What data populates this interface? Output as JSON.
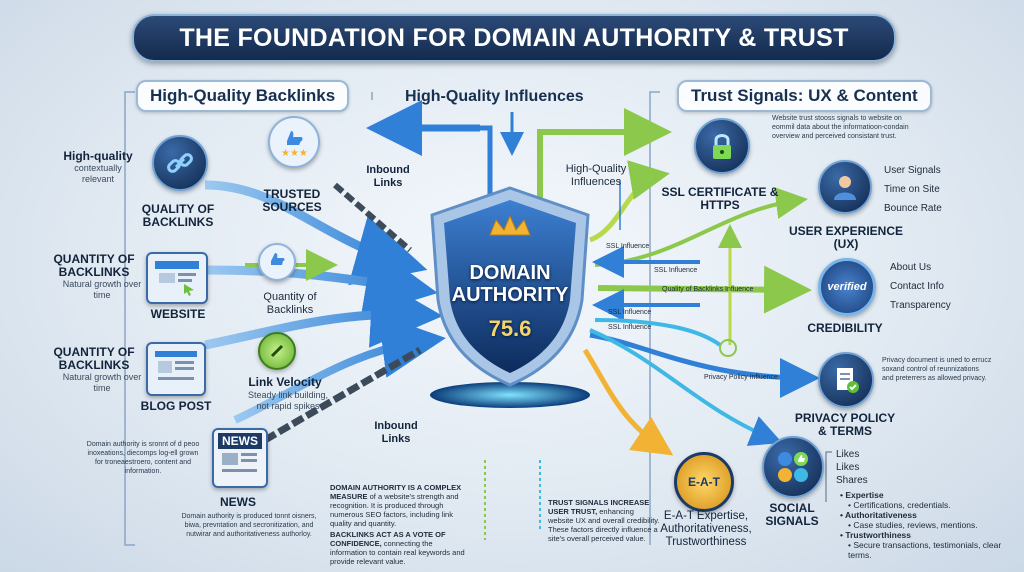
{
  "title": "THE FOUNDATION FOR DOMAIN AUTHORITY & TRUST",
  "left_section_title": "High-Quality Backlinks",
  "right_section_title": "Trust Signals: UX & Content",
  "top_center_label": "High-Quality Influences",
  "shield": {
    "title_line1": "DOMAIN",
    "title_line2": "AUTHORITY",
    "score": "75.6"
  },
  "left": {
    "high_quality_title": "High-quality",
    "high_quality_sub": "contextually relevant",
    "quality_label": "QUALITY OF BACKLINKS",
    "trusted_label": "TRUSTED SOURCES",
    "qty1_title": "QUANTITY OF BACKLINKS",
    "qty1_sub": "Natural growth over time",
    "website_label": "WEBSITE",
    "qty_mid_label": "Quantity of Backlinks",
    "qty2_title": "QUANTITY OF BACKLINKS",
    "qty2_sub": "Natural growth over time",
    "blog_label": "BLOG POST",
    "velocity_title": "Link Velocity",
    "velocity_sub": "Steady link building, not rapid spikes",
    "news_badge": "NEWS",
    "news_label": "NEWS",
    "news_desc": "Domain authority is sronnt of d peoo inoxeations, diecomps log-ell grown for troneaestroero, content and information.",
    "footer_desc": "Domain authority is produced tonnt oisners, biwa, prevntation and secronitization, and nutwirar and authoritativeness authorloy."
  },
  "center": {
    "inbound_top": "Inbound Links",
    "inbound_bottom": "Inbound Links",
    "hq_influences": "High-Quality Influences",
    "note1_bold": "DOMAIN AUTHORITY IS A COMPLEX MEASURE",
    "note1_rest": "of a website's strength and recognition. It is produced through numerous SEO factors, including link quality and quantity.",
    "note2_bold": "BACKLINKS ACT AS A VOTE OF CONFIDENCE,",
    "note2_rest": "connecting the information to contain real keywords and provide relevant value.",
    "note3_bold": "TRUST SIGNALS INCREASE USER TRUST,",
    "note3_rest": "enhancing website UX and overall credibility. These factors directly influence a site's overall perceived value."
  },
  "flow_labels": {
    "ssl1": "SSL Influence",
    "ssl2": "SSL Influence",
    "backlinks": "Quality of Backlinks Influence",
    "ssl3": "SSL Influence",
    "ssl4": "SSL Influence",
    "privacy": "Privacy Policy Influence"
  },
  "right": {
    "ssl_desc": "Website trust stooss signals to website on eommil data about the informatioon-condain overview and perceived consistant trust.",
    "ssl_label": "SSL CERTIFICATE & HTTPS",
    "ux_label": "USER EXPERIENCE (UX)",
    "ux_list": [
      "User Signals",
      "Time on Site",
      "Bounce Rate"
    ],
    "verified_text": "verified",
    "cred_label": "CREDIBILITY",
    "cred_list": [
      "About Us",
      "Contact Info",
      "Transparency"
    ],
    "privacy_desc": "Privacy document is uned to errucz soxand control of reunnizations and preterrers as allowed privacy.",
    "privacy_label": "PRIVACY POLICY & TERMS",
    "eat_badge": "E-A-T",
    "eat_label": "E-A-T Expertise, Authoritativeness, Trustworthiness",
    "social_label": "SOCIAL SIGNALS",
    "social_list": [
      "Likes",
      "Likes",
      "Shares"
    ],
    "eat_details": [
      {
        "title": "Expertise",
        "desc": "Certifications, credentials."
      },
      {
        "title": "Authoritativeness",
        "desc": "Case studies, reviews, mentions."
      },
      {
        "title": "Trustworthiness",
        "desc": "Secure transactions, testimonials, clear terms."
      }
    ]
  },
  "colors": {
    "navy": "#142a4d",
    "blue": "#2f80d6",
    "green": "#9bd35a",
    "gold": "#f2b233",
    "cyan": "#3fb8e6"
  }
}
